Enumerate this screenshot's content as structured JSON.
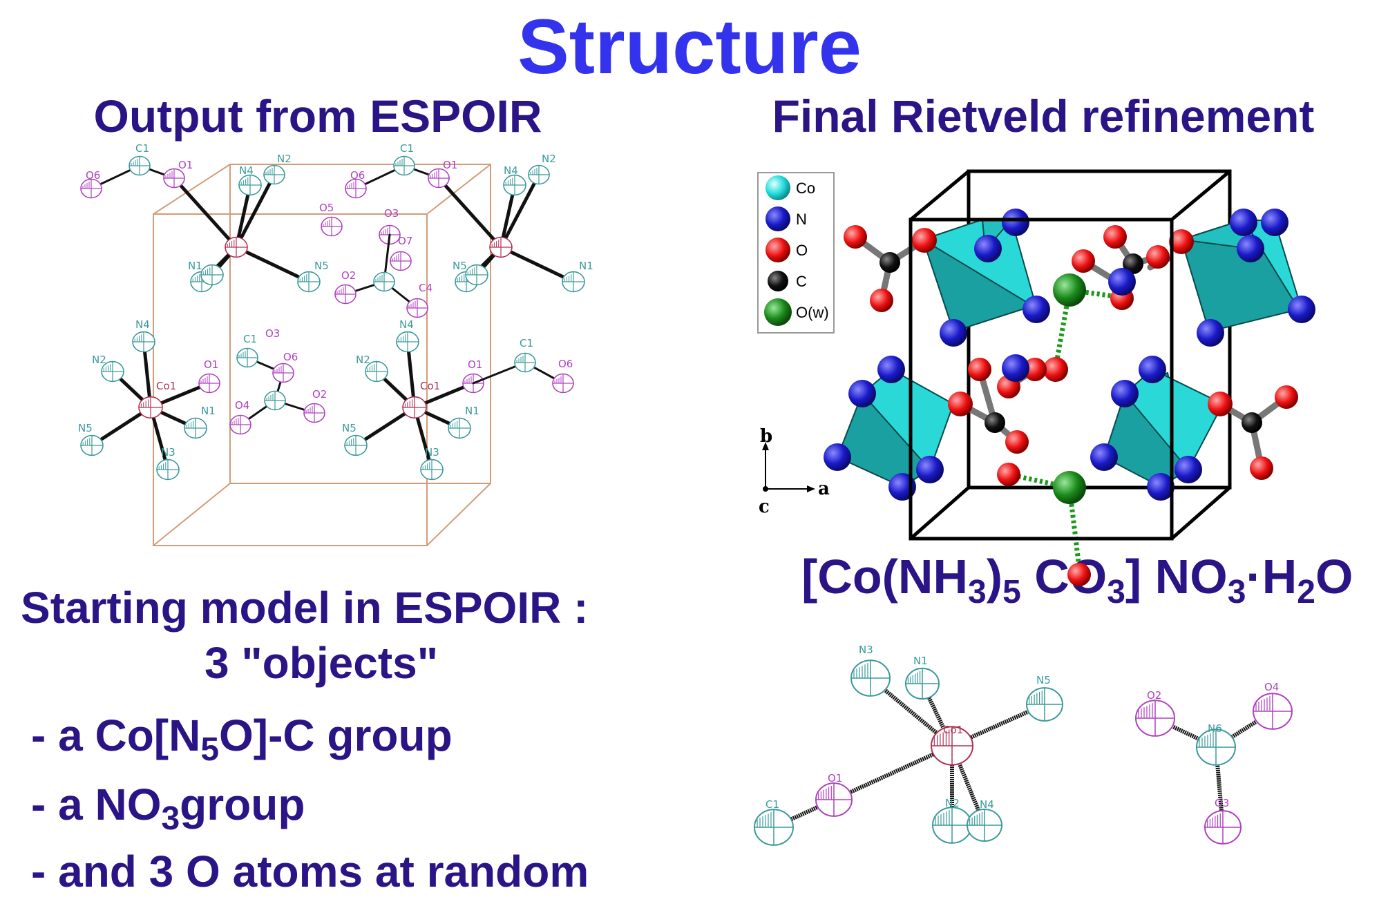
{
  "title": "Structure",
  "left_heading": "Output from ESPOIR",
  "right_heading": "Final Rietveld refinement",
  "formula": {
    "part1": "[Co(NH",
    "sub1": "3",
    "part2": ")",
    "sub2": "5",
    "part3": " CO",
    "sub3": "3",
    "part4": "] NO",
    "sub4": "3",
    "part5": "·H",
    "sub5": "2",
    "part6": "O"
  },
  "starting_model": {
    "line1": "Starting model in ESPOIR :",
    "line2": "3 \"objects\"",
    "item1": {
      "prefix": "- a Co[N",
      "sub": "5",
      "suffix": "O]-C group"
    },
    "item2": {
      "prefix": "- a NO",
      "sub": "3",
      "suffix": "group"
    },
    "item3": "- and 3 O atoms at random"
  },
  "legend": {
    "items": [
      {
        "label": "Co",
        "color": "#22dddd"
      },
      {
        "label": "N",
        "color": "#1a1ac8"
      },
      {
        "label": "O",
        "color": "#ee1111"
      },
      {
        "label": "C",
        "color": "#111111"
      },
      {
        "label": "O(w)",
        "color": "#1a8a1a"
      }
    ]
  },
  "axes": {
    "b": "b",
    "a": "a",
    "c": "c"
  },
  "colors": {
    "title": "#3333ee",
    "text": "#2a1486",
    "espoir_cell": "#d29c7a",
    "ortep_cyan": "#3a9a9a",
    "ortep_magenta": "#b040c0",
    "ortep_co": "#b03050"
  },
  "atom_labels": {
    "left_upper_1": [
      "C1",
      "O6",
      "O1",
      "N4",
      "N2",
      "N1",
      "N5"
    ],
    "left_upper_mid": [
      "O5",
      "O3",
      "O7",
      "O2",
      "C4"
    ],
    "left_upper_2": [
      "C1",
      "O6",
      "O1",
      "N4",
      "N2",
      "N5",
      "N1"
    ],
    "left_lower_1": [
      "N4",
      "N2",
      "Co1",
      "O1",
      "N5",
      "N1",
      "N3"
    ],
    "left_lower_mid": [
      "C1",
      "O3",
      "O6",
      "O4",
      "O2"
    ],
    "left_lower_2": [
      "N4",
      "N2",
      "Co1",
      "O1",
      "C1",
      "O6",
      "N5",
      "N1",
      "N3"
    ],
    "bottom_co": [
      "N3",
      "N1",
      "N5",
      "Co1",
      "O1",
      "C1",
      "N2",
      "N4"
    ],
    "bottom_no3": [
      "O2",
      "O4",
      "N6",
      "O3"
    ]
  }
}
